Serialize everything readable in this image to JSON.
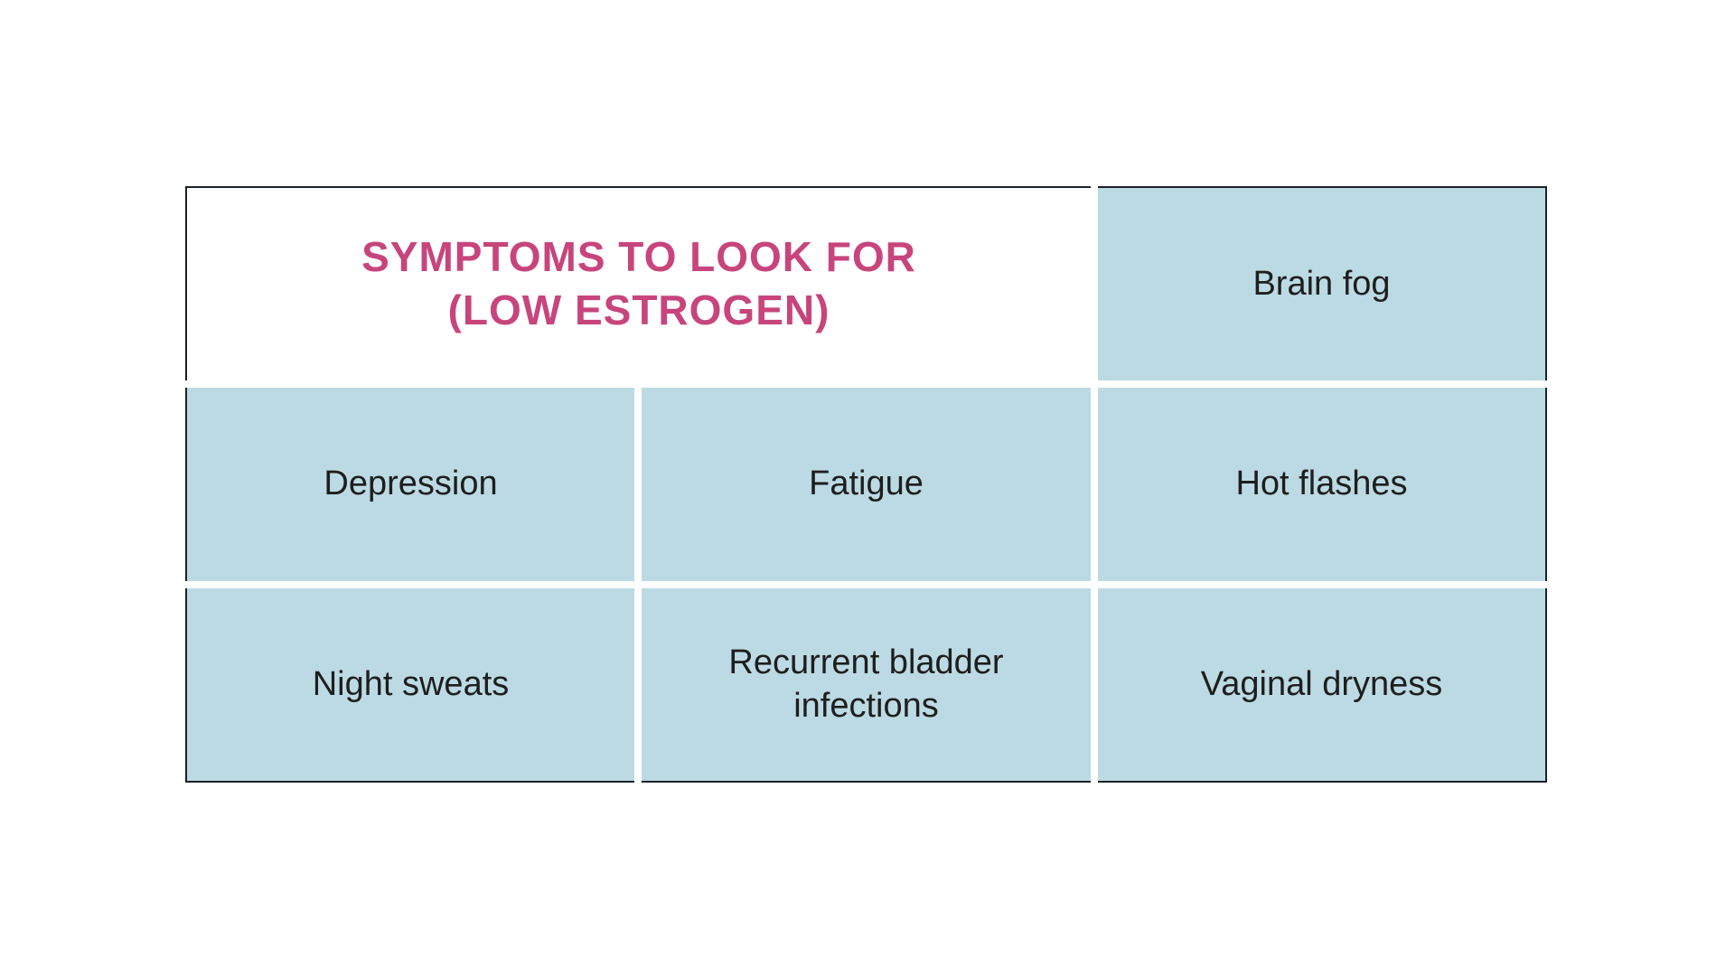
{
  "table": {
    "title": {
      "line1": "SYMPTOMS TO LOOK FOR",
      "line2": "(LOW ESTROGEN)"
    },
    "cells": {
      "brain_fog": "Brain fog",
      "depression": "Depression",
      "fatigue": "Fatigue",
      "hot_flashes": "Hot flashes",
      "night_sweats": "Night sweats",
      "recurrent_bladder_infections": "Recurrent bladder infections",
      "vaginal_dryness": "Vaginal dryness"
    }
  },
  "colors": {
    "accent_pink": "#C7457C",
    "cell_blue": "#BCDAE3",
    "border_dark": "#1B2124",
    "text_dark": "#1E1E1E",
    "background": "#FFFFFF"
  }
}
